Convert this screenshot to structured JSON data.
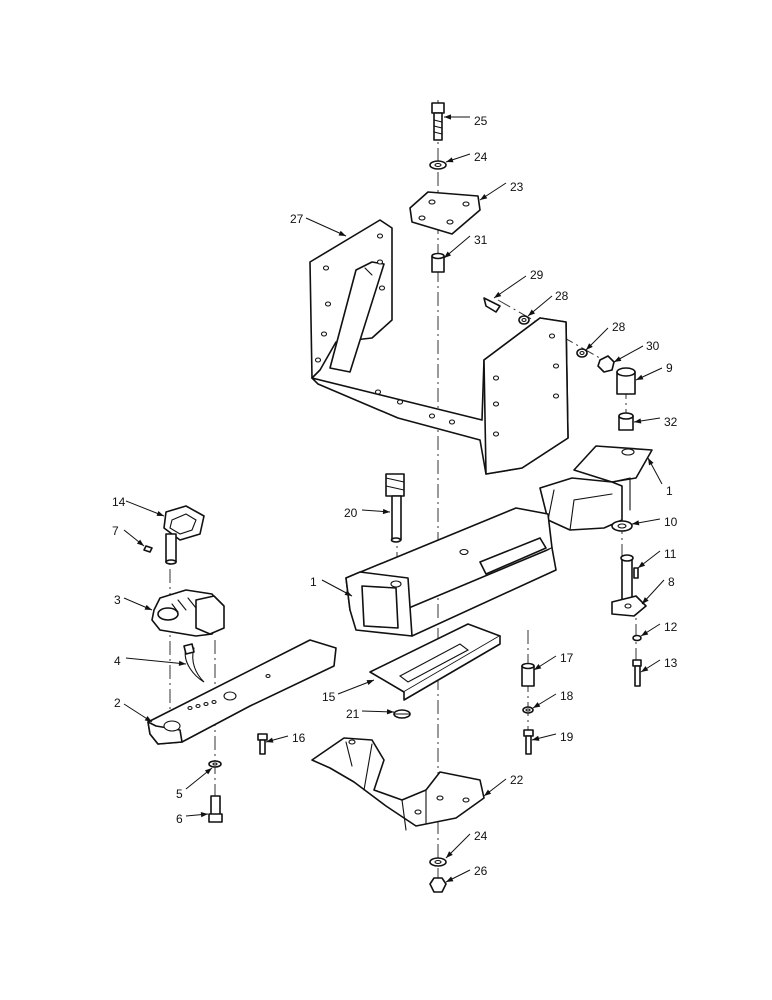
{
  "diagram": {
    "callouts": [
      {
        "id": "25",
        "label": "25"
      },
      {
        "id": "24a",
        "label": "24"
      },
      {
        "id": "23",
        "label": "23"
      },
      {
        "id": "27",
        "label": "27"
      },
      {
        "id": "31",
        "label": "31"
      },
      {
        "id": "29",
        "label": "29"
      },
      {
        "id": "28a",
        "label": "28"
      },
      {
        "id": "28b",
        "label": "28"
      },
      {
        "id": "30",
        "label": "30"
      },
      {
        "id": "9",
        "label": "9"
      },
      {
        "id": "32",
        "label": "32"
      },
      {
        "id": "1a",
        "label": "1"
      },
      {
        "id": "10",
        "label": "10"
      },
      {
        "id": "11",
        "label": "11"
      },
      {
        "id": "8",
        "label": "8"
      },
      {
        "id": "12",
        "label": "12"
      },
      {
        "id": "13",
        "label": "13"
      },
      {
        "id": "14",
        "label": "14"
      },
      {
        "id": "7",
        "label": "7"
      },
      {
        "id": "20",
        "label": "20"
      },
      {
        "id": "1b",
        "label": "1"
      },
      {
        "id": "3",
        "label": "3"
      },
      {
        "id": "4",
        "label": "4"
      },
      {
        "id": "2",
        "label": "2"
      },
      {
        "id": "17",
        "label": "17"
      },
      {
        "id": "15",
        "label": "15"
      },
      {
        "id": "18",
        "label": "18"
      },
      {
        "id": "21",
        "label": "21"
      },
      {
        "id": "16",
        "label": "16"
      },
      {
        "id": "19",
        "label": "19"
      },
      {
        "id": "22",
        "label": "22"
      },
      {
        "id": "5",
        "label": "5"
      },
      {
        "id": "6",
        "label": "6"
      },
      {
        "id": "24b",
        "label": "24"
      },
      {
        "id": "26",
        "label": "26"
      }
    ]
  }
}
